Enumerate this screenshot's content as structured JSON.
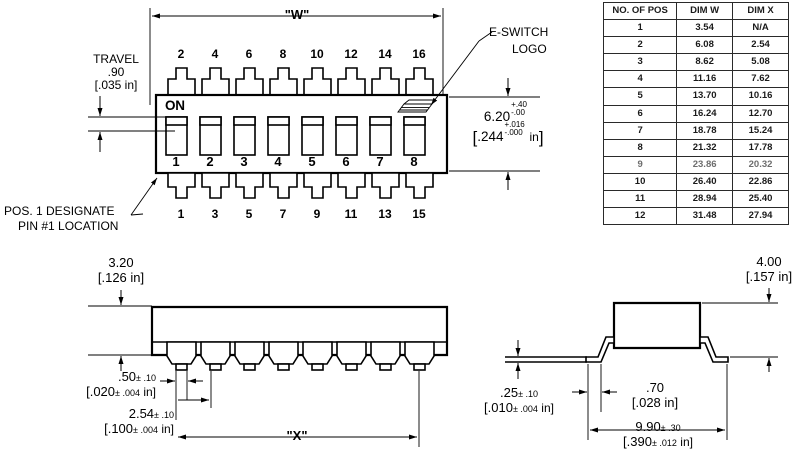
{
  "drawing": {
    "title": "DIP switch outline drawing",
    "line_color": "#000000",
    "background": "#ffffff"
  },
  "top_view": {
    "width_dimension_label": "\"W\"",
    "on_label": "ON",
    "logo_callout_line1": "E-SWITCH",
    "logo_callout_line2": "LOGO",
    "travel_label": "TRAVEL",
    "travel_value_mm": ".90",
    "travel_value_in": "[.035 in]",
    "pos1_callout_line1": "POS. 1 DESIGNATE",
    "pos1_callout_line2": "PIN #1 LOCATION",
    "height_value_mm": "6.20",
    "height_tol_plus_mm": "+.40",
    "height_tol_minus_mm": "-.00",
    "height_value_in_open": "[",
    "height_value_in": ".244",
    "height_tol_plus_in": "+.016",
    "height_tol_minus_in": "-.000",
    "height_unit_in": "in",
    "height_value_in_close": "]",
    "top_pin_numbers": [
      "2",
      "4",
      "6",
      "8",
      "10",
      "12",
      "14",
      "16"
    ],
    "bottom_pin_numbers": [
      "1",
      "3",
      "5",
      "7",
      "9",
      "11",
      "13",
      "15"
    ],
    "switch_position_numbers": [
      "1",
      "2",
      "3",
      "4",
      "5",
      "6",
      "7",
      "8"
    ]
  },
  "front_view": {
    "body_height_mm": "3.20",
    "body_height_in": "[.126 in]",
    "lead_width_mm": ".50",
    "lead_width_tol_mm": "± .10",
    "lead_width_in": "[.020",
    "lead_width_tol_in": "± .004",
    "lead_width_unit_in": " in]",
    "pitch_mm": "2.54",
    "pitch_tol_mm": "± .10",
    "pitch_in": "[.100",
    "pitch_tol_in": "± .004",
    "pitch_unit_in": " in]",
    "x_dimension_label": "\"X\""
  },
  "side_view": {
    "overall_height_mm": "4.00",
    "overall_height_in": "[.157 in]",
    "lead_thickness_mm": ".25",
    "lead_thickness_tol_mm": "± .10",
    "lead_thickness_in": "[.010",
    "lead_thickness_tol_in": "± .004",
    "lead_thickness_unit_in": " in]",
    "lead_gap_mm": ".70",
    "lead_gap_in": "[.028 in]",
    "overall_width_mm": "9.90",
    "overall_width_tol_mm": "± .30",
    "overall_width_in": "[.390",
    "overall_width_tol_in": "± .012",
    "overall_width_unit_in": " in]"
  },
  "table": {
    "headers": [
      "NO. OF POS",
      "DIM W",
      "DIM X"
    ],
    "rows": [
      [
        "1",
        "3.54",
        "N/A"
      ],
      [
        "2",
        "6.08",
        "2.54"
      ],
      [
        "3",
        "8.62",
        "5.08"
      ],
      [
        "4",
        "11.16",
        "7.62"
      ],
      [
        "5",
        "13.70",
        "10.16"
      ],
      [
        "6",
        "16.24",
        "12.70"
      ],
      [
        "7",
        "18.78",
        "15.24"
      ],
      [
        "8",
        "21.32",
        "17.78"
      ],
      [
        "9",
        "23.86",
        "20.32"
      ],
      [
        "10",
        "26.40",
        "22.86"
      ],
      [
        "11",
        "28.94",
        "25.40"
      ],
      [
        "12",
        "31.48",
        "27.94"
      ]
    ]
  }
}
